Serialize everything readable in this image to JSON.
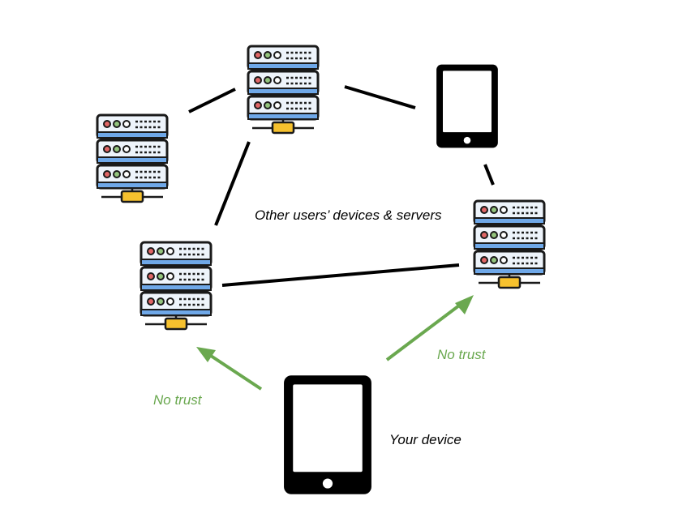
{
  "labels": {
    "other_devices": "Other users’ devices & servers",
    "your_device": "Your device",
    "no_trust_left": "No trust",
    "no_trust_right": "No trust"
  },
  "icons": {
    "server": "server-rack-icon",
    "tablet": "tablet-icon",
    "arrow": "arrow-icon"
  },
  "colors": {
    "line": "#000000",
    "trust_arrow": "#6aa84f",
    "trust_text": "#6aa84f",
    "server_body": "#eef4fb",
    "server_stripe": "#6fa8e8",
    "server_outline": "#1a1a1a",
    "led_red": "#e06666",
    "led_green": "#93c47d",
    "led_white": "#ffffff",
    "connector": "#f6c12e"
  }
}
